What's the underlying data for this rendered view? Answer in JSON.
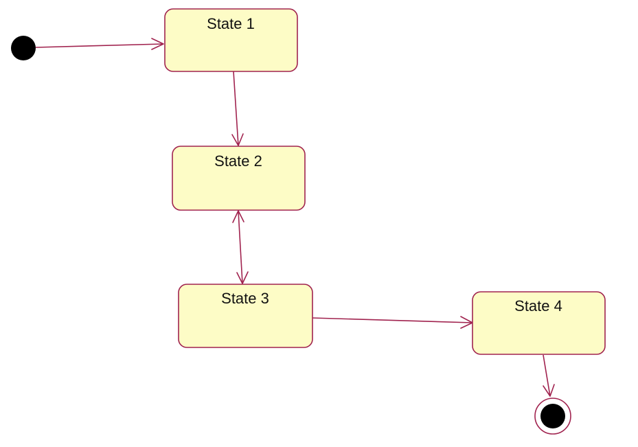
{
  "diagram": {
    "type": "uml-state-machine",
    "states": [
      {
        "id": "s1",
        "label": "State 1"
      },
      {
        "id": "s2",
        "label": "State 2"
      },
      {
        "id": "s3",
        "label": "State 3"
      },
      {
        "id": "s4",
        "label": "State 4"
      }
    ],
    "transitions": [
      {
        "from": "initial",
        "to": "s1"
      },
      {
        "from": "s1",
        "to": "s2"
      },
      {
        "from": "s2",
        "to": "s3",
        "bidirectional": true
      },
      {
        "from": "s3",
        "to": "s4"
      },
      {
        "from": "s4",
        "to": "final"
      }
    ],
    "colors": {
      "state_fill": "#fdfcc6",
      "stroke": "#a0224e",
      "node_fill": "#000000"
    }
  }
}
